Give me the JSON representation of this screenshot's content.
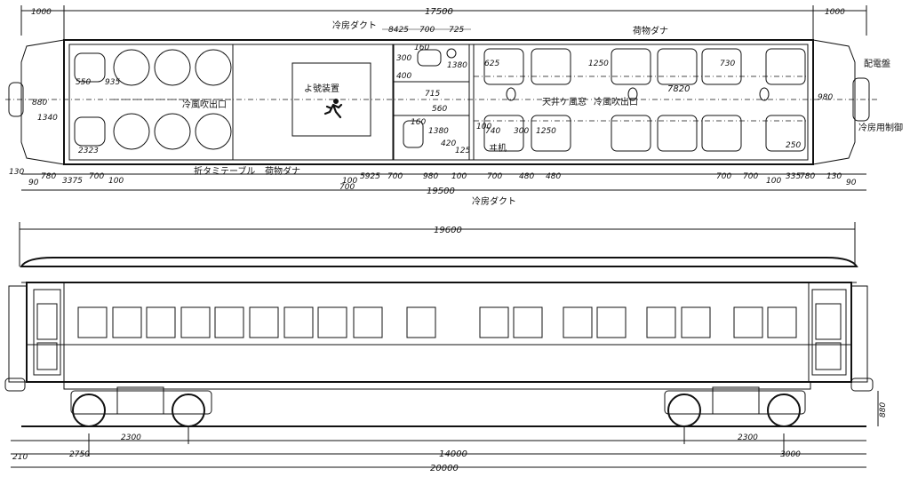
{
  "plan": {
    "dims_top": {
      "left_end": "1000",
      "body": "17500",
      "right_end": "1000"
    },
    "dims_upper": [
      "8425",
      "700",
      "725"
    ],
    "dims_bottom_overall": "19500",
    "dims_bottom_row": [
      "130",
      "780",
      "3375",
      "700",
      "100",
      "100",
      "5925",
      "700",
      "980",
      "100",
      "700",
      "700",
      "480",
      "480",
      "700",
      "700",
      "100",
      "335",
      "780",
      "130",
      "90",
      "90"
    ],
    "dims_left": [
      "550",
      "935",
      "1340",
      "2323",
      "880"
    ],
    "dims_right": [
      "625",
      "730",
      "1250",
      "7820",
      "980",
      "250"
    ],
    "dims_lav": [
      "300",
      "160",
      "1380",
      "400",
      "715",
      "560",
      "1380",
      "420",
      "160",
      "125",
      "740",
      "300",
      "1250",
      "100"
    ],
    "labels": {
      "reizo_duct_top": "冷房ダクト",
      "nimotsudana_right": "荷物ダナ",
      "haiden": "配電盤",
      "reibo_seigyo": "冷房用制御",
      "reifu_fukidashi": "冷風吹出口",
      "tenjo_kaze": "天井ケ風窓",
      "reifu_fuki_right": "冷風吹出口",
      "oritatami_table": "折タミテーブル",
      "nimotsudana_bottom": "荷物ダナ",
      "reizo_duct_bottom": "冷房ダクト",
      "machi": "ヰ机",
      "emergency_room": "よ號装置"
    }
  },
  "elevation": {
    "length_top": "19600",
    "dims_bottom": [
      "210",
      "2750",
      "2300",
      "14000",
      "2300",
      "3000",
      "20000"
    ],
    "height": "880"
  }
}
